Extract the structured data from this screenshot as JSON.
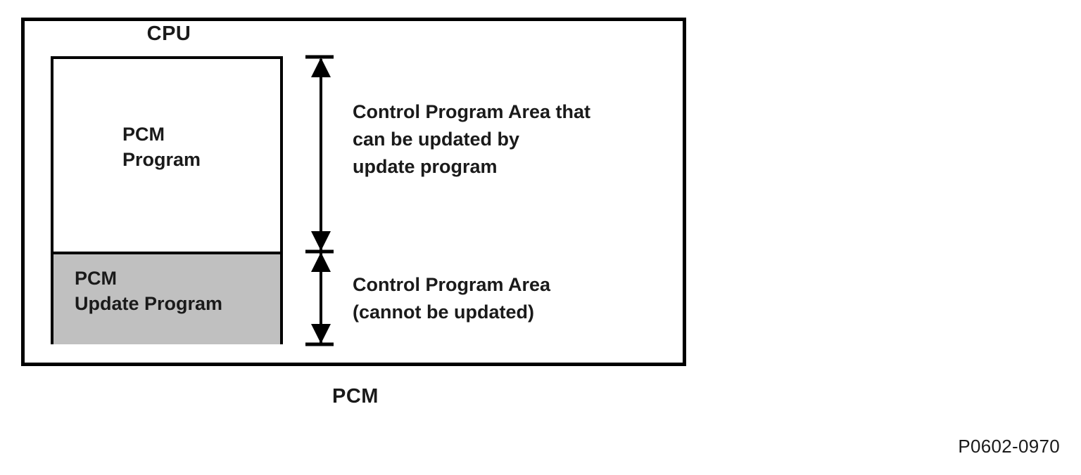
{
  "figure": {
    "enclosure_label": "CPU",
    "caption": "PCM",
    "reference_code": "P0602-0970"
  },
  "memory_map": {
    "regions": [
      {
        "id": "pcm-program",
        "label": "PCM\nProgram",
        "fill": "#ffffff",
        "annotation": "Control Program Area that\ncan be updated by\nupdate program"
      },
      {
        "id": "pcm-update-program",
        "label": "PCM\nUpdate Program",
        "fill": "#c0c0c0",
        "annotation": "Control Program Area\n(cannot be updated)"
      }
    ]
  },
  "colors": {
    "stroke": "#000000",
    "text": "#1a1a1a",
    "shaded_region": "#c0c0c0",
    "background": "#ffffff"
  }
}
